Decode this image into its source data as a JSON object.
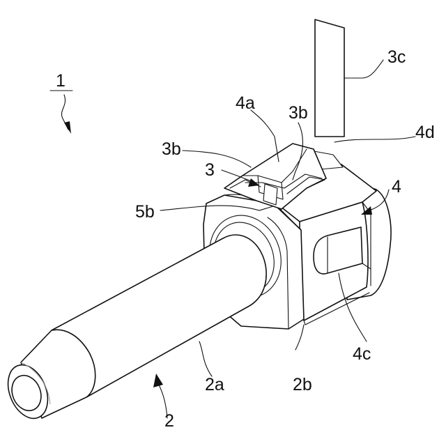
{
  "figure": {
    "labels": {
      "assembly": "1",
      "cable": "2",
      "cable_body": "2a",
      "cable_end": "2b",
      "terminal": "3",
      "crimp_left": "3b",
      "crimp_right": "3b",
      "tab": "3c",
      "housing": "4",
      "housing_top": "4a",
      "housing_face": "4c",
      "housing_slot": "4d",
      "seal": "5b"
    }
  }
}
